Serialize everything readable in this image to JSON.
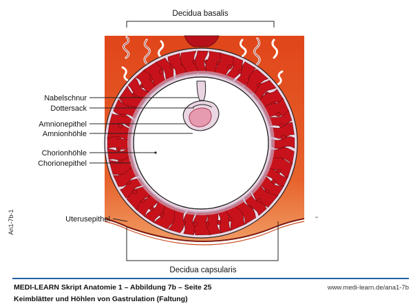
{
  "labels": {
    "top": "Decidua basalis",
    "bottom": "Decidua capsularis",
    "nabelschnur": "Nabelschnur",
    "dottersack": "Dottersack",
    "amnionepithel": "Amnionepithel",
    "amnionhoehle": "Amnionhöhle",
    "chorionhoehle": "Chorionhöhle",
    "chorionepithel": "Chorionepithel",
    "uterusepithel": "Uterusepithel"
  },
  "side_code": "An1-7b-1",
  "footer": {
    "line1": "MEDI-LEARN Skript Anatomie 1 – Abbildung 7b – Seite 25",
    "line2": "Keimblätter und Höhlen von Gastrulation (Faltung)",
    "url": "www.medi-learn.de/ana1-7b"
  },
  "colors": {
    "decidua": "#e2521f",
    "decidua_light": "#ef8a52",
    "chorion_villi": "#c8121b",
    "chorion_membrane": "#ead6e3",
    "outline": "#222222",
    "footer_rule": "#1f5fa0",
    "yolk_sac": "#e79bb0"
  }
}
